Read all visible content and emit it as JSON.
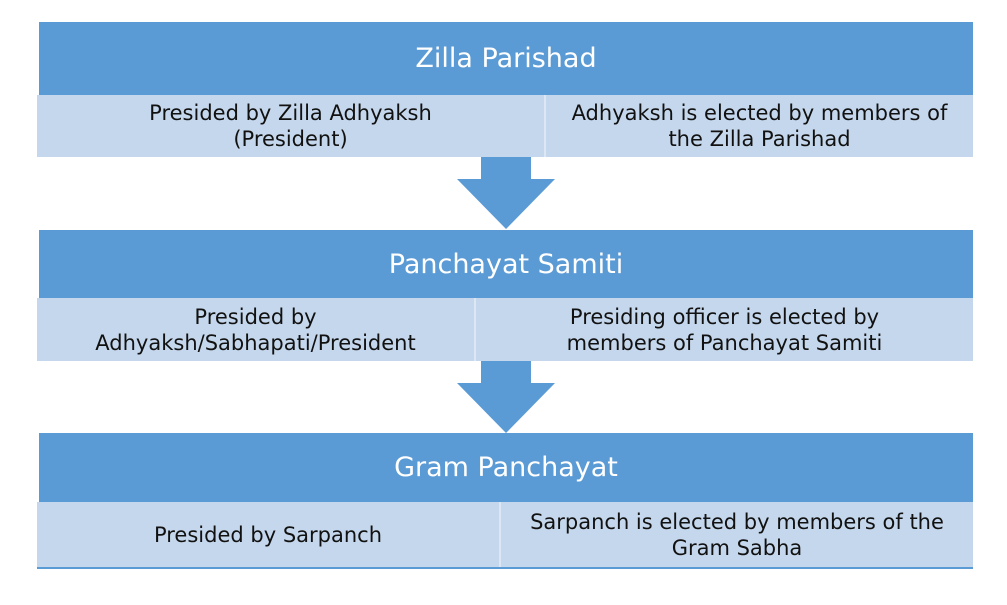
{
  "levels": [
    {
      "title": "Zilla Parishad",
      "left": "Presided by Zilla Adhyaksh (President)",
      "right": "Adhyaksh is elected by members of the Zilla Parishad"
    },
    {
      "title": "Panchayat Samiti",
      "left": "Presided by Adhyaksh/Sabhapati/President",
      "right": "Presiding officer is elected by members of Panchayat Samiti"
    },
    {
      "title": "Gram Panchayat",
      "left": "Presided by Sarpanch",
      "right": "Sarpanch is elected by members of the Gram Sabha"
    }
  ],
  "colors": {
    "header": "#5b9bd5",
    "cell": "#c5d7ec"
  }
}
